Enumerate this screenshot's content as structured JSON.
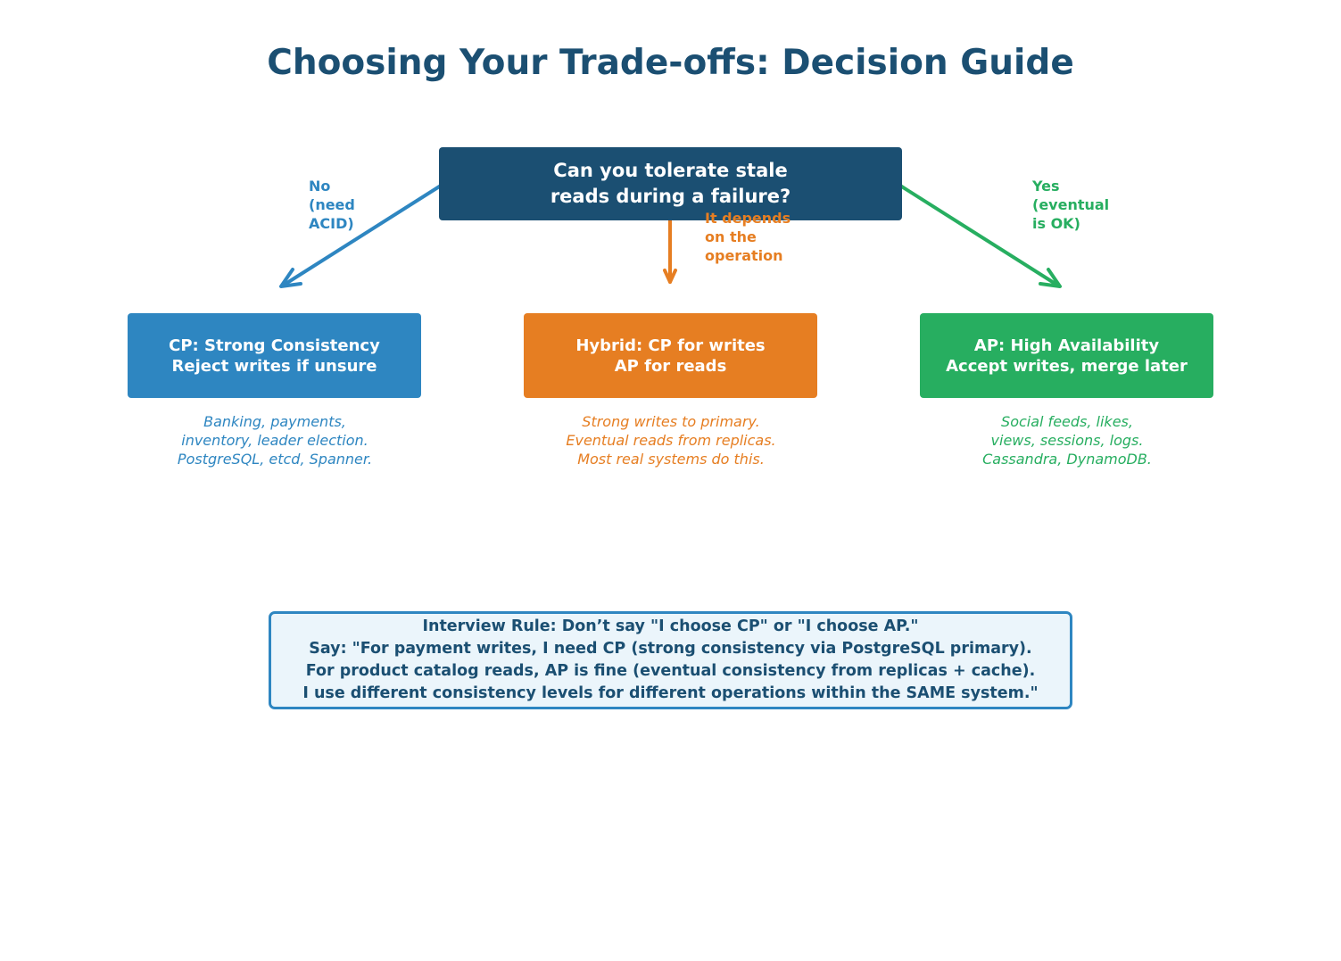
{
  "title": "Choosing Your Trade-offs: Decision Guide",
  "colors": {
    "navy": "#1b4f72",
    "blue": "#2e86c1",
    "orange": "#e67e22",
    "green": "#27ae60",
    "rule_bg": "#ebf5fb"
  },
  "question": {
    "line1": "Can you tolerate stale",
    "line2": "reads during a failure?"
  },
  "branches": {
    "no": {
      "line1": "No",
      "line2": "(need",
      "line3": "ACID)"
    },
    "depends": {
      "line1": "It depends",
      "line2": "on the",
      "line3": "operation"
    },
    "yes": {
      "line1": "Yes",
      "line2": "(eventual",
      "line3": "is OK)"
    }
  },
  "options": {
    "cp": {
      "line1": "CP: Strong Consistency",
      "line2": "Reject writes if unsure",
      "desc1": "Banking, payments,",
      "desc2": "inventory, leader election.",
      "desc3": "PostgreSQL, etcd, Spanner."
    },
    "hybrid": {
      "line1": "Hybrid: CP for writes",
      "line2": "AP for reads",
      "desc1": "Strong writes to primary.",
      "desc2": "Eventual reads from replicas.",
      "desc3": "Most real systems do this."
    },
    "ap": {
      "line1": "AP: High Availability",
      "line2": "Accept writes, merge later",
      "desc1": "Social feeds, likes,",
      "desc2": "views, sessions, logs.",
      "desc3": "Cassandra, DynamoDB."
    }
  },
  "rule": {
    "line1": "Interview Rule: Don’t say \"I choose CP\" or \"I choose AP.\"",
    "line2": "Say: \"For payment writes, I need CP (strong consistency via PostgreSQL primary).",
    "line3": "For product catalog reads, AP is fine (eventual consistency from replicas + cache).",
    "line4": "I use different consistency levels for different operations within the SAME system.\""
  }
}
